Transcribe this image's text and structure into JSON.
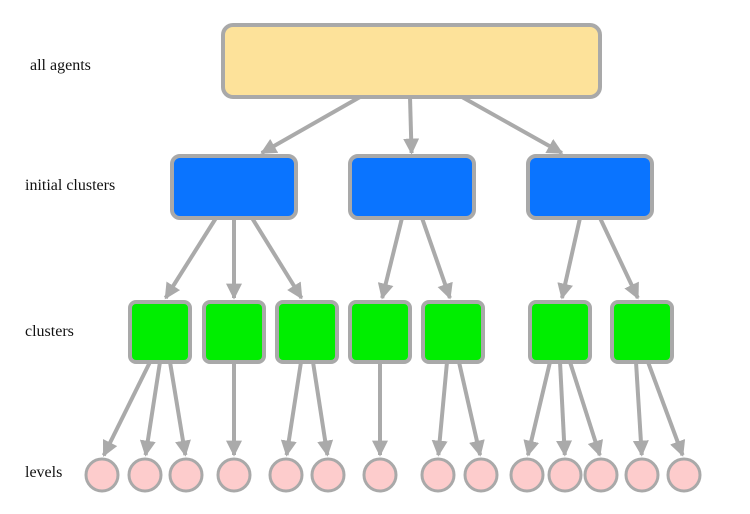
{
  "labels": {
    "all_agents": "all agents",
    "initial_clusters": "initial clusters",
    "clusters": "clusters",
    "levels": "levels"
  },
  "colors": {
    "root_fill": "#fde29a",
    "initial_cluster_fill": "#0a74ff",
    "cluster_fill": "#00ee00",
    "level_fill": "#fdcccc",
    "edge": "#aaaaaa",
    "node_border": "#a9a9a9"
  },
  "structure": {
    "initial_clusters": 3,
    "clusters_per_initial": [
      3,
      2,
      2
    ],
    "levels_per_cluster": [
      3,
      1,
      2,
      1,
      2,
      3,
      2
    ]
  }
}
